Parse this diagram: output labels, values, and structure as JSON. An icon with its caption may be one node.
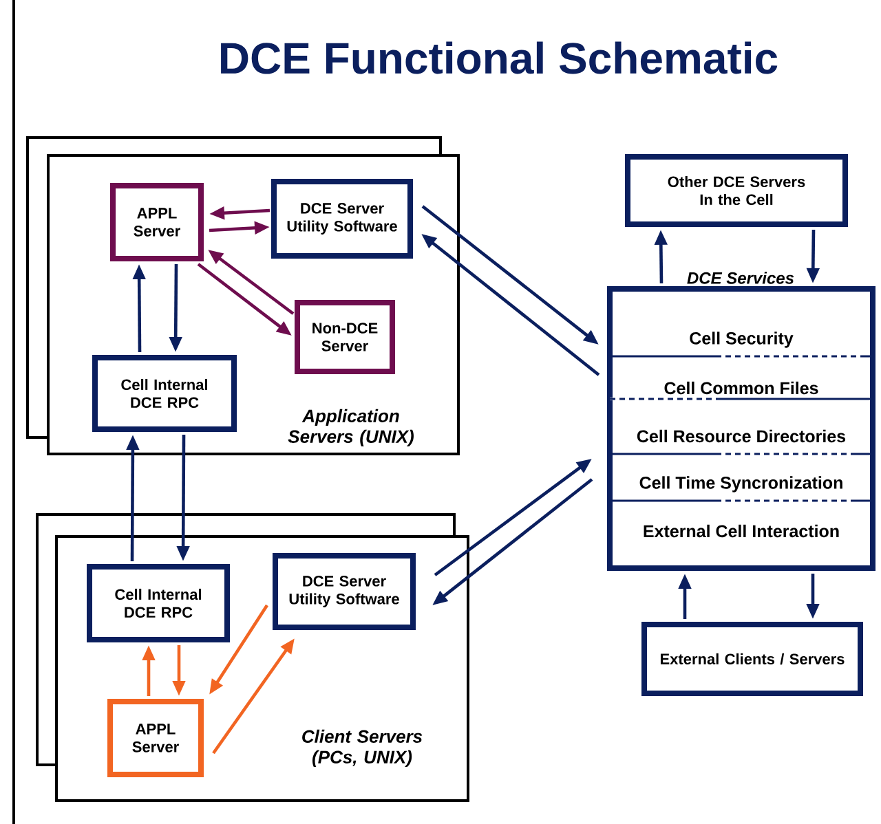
{
  "diagram": {
    "title": "DCE Functional Schematic",
    "nodes": [
      {
        "text": [
          "Application Servers (UNIX)"
        ]
      },
      {
        "text": [
          "APPL Server"
        ],
        "in": 0
      },
      {
        "text": [
          "DCE Server Utility Software"
        ],
        "in": 0
      },
      {
        "text": [
          "Non-DCE Server"
        ],
        "in": 0
      },
      {
        "text": [
          "Cell Internal DCE RPC"
        ],
        "in": 0
      },
      {
        "text": [
          "Client Servers (PCs, UNIX)"
        ]
      },
      {
        "text": [
          "Cell Internal DCE RPC"
        ],
        "in": 5
      },
      {
        "text": [
          "DCE Server Utility Software"
        ],
        "in": 5
      },
      {
        "text": [
          "APPL Server"
        ],
        "in": 5
      },
      {
        "text": [
          "Other DCE Servers In the Cell"
        ]
      },
      {
        "text": [
          "DCE Services",
          "Cell Security",
          "Cell Common Files",
          "Cell Resource Directories",
          "Cell Time Syncronization",
          "External Cell Interaction"
        ]
      },
      {
        "text": [
          "External Clients / Servers"
        ]
      }
    ],
    "edges": [
      {
        "from": 2,
        "to": 1,
        "arrow": "to",
        "color": "#6e0d4e"
      },
      {
        "from": 1,
        "to": 2,
        "arrow": "to",
        "color": "#6e0d4e"
      },
      {
        "from": 1,
        "to": 3,
        "arrow": "to",
        "color": "#6e0d4e"
      },
      {
        "from": 3,
        "to": 1,
        "arrow": "to",
        "color": "#6e0d4e"
      },
      {
        "from": 4,
        "to": 1,
        "arrow": "to"
      },
      {
        "from": 1,
        "to": 4,
        "arrow": "to"
      },
      {
        "from": 2,
        "to": 10,
        "arrow": "to"
      },
      {
        "from": 10,
        "to": 2,
        "arrow": "to"
      },
      {
        "from": 6,
        "to": 4,
        "arrow": "to"
      },
      {
        "from": 4,
        "to": 6,
        "arrow": "to"
      },
      {
        "from": 8,
        "to": 6,
        "arrow": "to",
        "color": "#f26522"
      },
      {
        "from": 6,
        "to": 8,
        "arrow": "to",
        "color": "#f26522"
      },
      {
        "from": 7,
        "to": 8,
        "arrow": "to",
        "color": "#f26522"
      },
      {
        "from": 8,
        "to": 7,
        "arrow": "to",
        "color": "#f26522"
      },
      {
        "from": 7,
        "to": 10,
        "arrow": "to"
      },
      {
        "from": 10,
        "to": 7,
        "arrow": "to"
      },
      {
        "from": 10,
        "to": 9,
        "arrow": "to"
      },
      {
        "from": 9,
        "to": 10,
        "arrow": "to"
      },
      {
        "from": 11,
        "to": 10,
        "arrow": "to"
      },
      {
        "from": 10,
        "to": 11,
        "arrow": "to"
      }
    ]
  }
}
